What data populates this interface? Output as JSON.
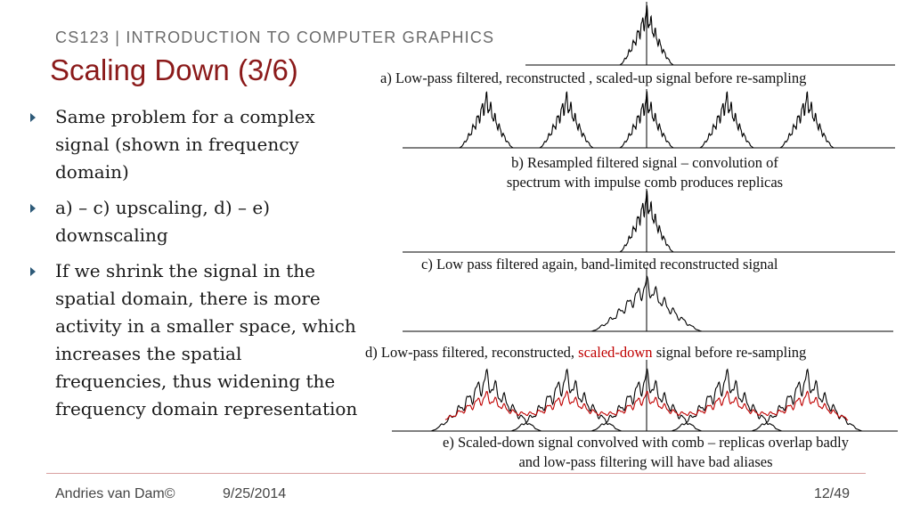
{
  "header": {
    "course": "CS123 | INTRODUCTION TO COMPUTER GRAPHICS",
    "title": "Scaling Down (3/6)"
  },
  "bullets": [
    "Same problem for a complex signal (shown in frequency domain)",
    "a) – c) upscaling, d) – e) downscaling",
    "If we shrink the signal in the spatial domain, there is more activity in a smaller space, which increases the spatial frequencies, thus widening the frequency domain representation"
  ],
  "captions": {
    "a": "a) Low-pass filtered, reconstructed , scaled-up signal before re-sampling",
    "b_line1": "b) Resampled filtered signal – convolution of",
    "b_line2": "spectrum with impulse comb produces replicas",
    "c": "c) Low pass filtered again, band-limited reconstructed signal",
    "d_pre": "d) Low-pass filtered, reconstructed, ",
    "d_red": "scaled-down",
    "d_post": " signal before re-sampling",
    "e_line1": "e) Scaled-down signal convolved with comb – replicas overlap badly",
    "e_line2": "and low-pass filtering will have bad aliases"
  },
  "footer": {
    "author": "Andries van Dam©",
    "date": "9/25/2014",
    "page": "12/49"
  },
  "colors": {
    "title": "#8b1a1a",
    "alias_curve": "#c00000",
    "bullet": "#2d5a78"
  }
}
